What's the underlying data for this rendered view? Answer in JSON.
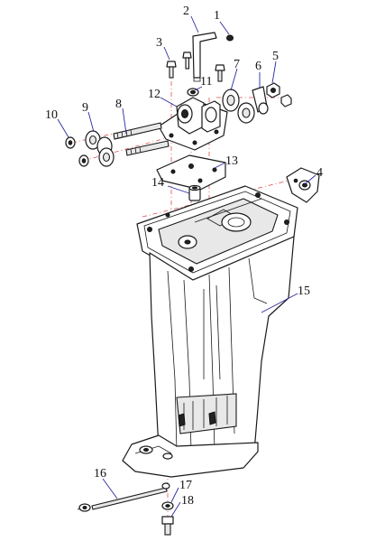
{
  "callouts": [
    {
      "id": "1",
      "text": "1"
    },
    {
      "id": "2",
      "text": "2"
    },
    {
      "id": "3",
      "text": "3"
    },
    {
      "id": "4",
      "text": "4"
    },
    {
      "id": "5",
      "text": "5"
    },
    {
      "id": "6",
      "text": "6"
    },
    {
      "id": "7",
      "text": "7"
    },
    {
      "id": "8",
      "text": "8"
    },
    {
      "id": "9",
      "text": "9"
    },
    {
      "id": "10",
      "text": "10"
    },
    {
      "id": "11",
      "text": "11"
    },
    {
      "id": "12",
      "text": "12"
    },
    {
      "id": "13",
      "text": "13"
    },
    {
      "id": "14",
      "text": "14"
    },
    {
      "id": "15",
      "text": "15"
    },
    {
      "id": "16",
      "text": "16"
    },
    {
      "id": "17",
      "text": "17"
    },
    {
      "id": "18",
      "text": "18"
    }
  ],
  "colors": {
    "leader": "#2a2aa0",
    "centerline": "#e05050",
    "outline": "#1a1a1a"
  }
}
